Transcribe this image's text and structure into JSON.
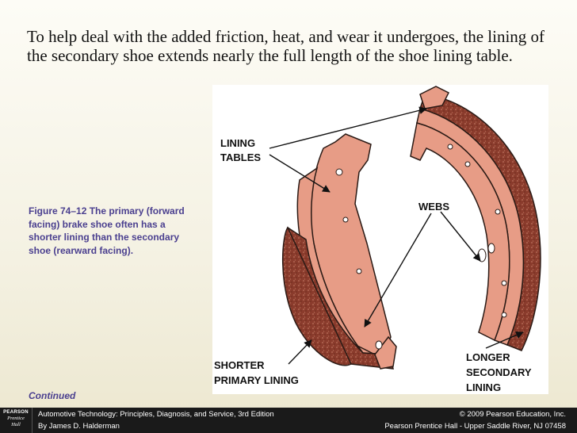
{
  "slide": {
    "heading": "To help deal with the added friction, heat, and wear it undergoes, the lining of the secondary shoe extends nearly the full length of the shoe lining table.",
    "caption": "Figure 74–12  The primary (forward facing) brake shoe often has a shorter lining than the secondary shoe (rearward facing).",
    "continued": "Continued"
  },
  "figure": {
    "labels": {
      "lining_tables_1": "LINING",
      "lining_tables_2": "TABLES",
      "webs": "WEBS",
      "shorter_1": "SHORTER",
      "shorter_2": "PRIMARY LINING",
      "longer_1": "LONGER",
      "longer_2": "SECONDARY",
      "longer_3": "LINING"
    },
    "colors": {
      "shoe_metal": "#e79c86",
      "lining": "#8a3b2c",
      "outline": "#2a1a15"
    }
  },
  "footer": {
    "logo_line1": "PEARSON",
    "logo_line2a": "Prentice",
    "logo_line2b": "Hall",
    "book_title": "Automotive Technology: Principles, Diagnosis, and Service, 3rd Edition",
    "author": "By James D. Halderman",
    "copyright": "© 2009 Pearson Education, Inc.",
    "publisher": "Pearson Prentice Hall - Upper Saddle River, NJ 07458"
  }
}
